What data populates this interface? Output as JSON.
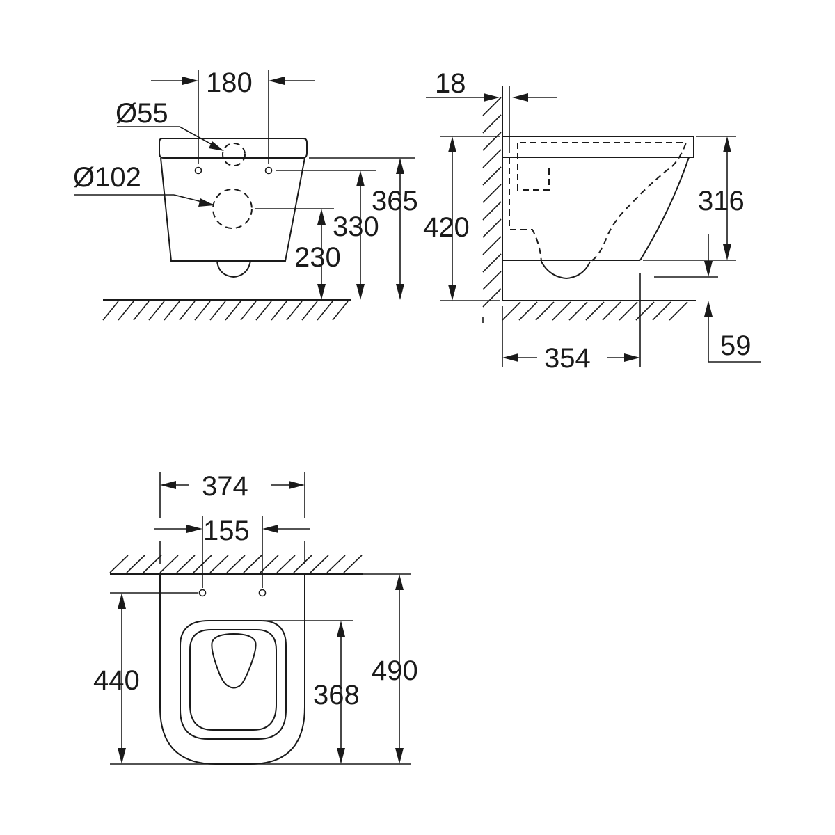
{
  "views": {
    "front": {
      "width_fixings": "180",
      "dia_inlet": "Ø55",
      "dia_outlet": "Ø102",
      "height_top_fixing": "365",
      "height_outlet_center": "330",
      "height_outlet_bottom": "230"
    },
    "side": {
      "wall_gap": "18",
      "total_height": "420",
      "bowl_height": "316",
      "projection_outlet": "354",
      "outlet_offset": "59"
    },
    "plan": {
      "total_width": "374",
      "fixing_spacing": "155",
      "fixing_to_front": "440",
      "seat_opening_length": "368",
      "total_length": "490"
    }
  }
}
